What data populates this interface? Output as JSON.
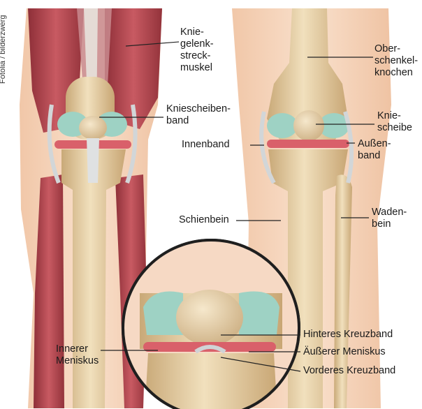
{
  "credit": "Fotolia / bilderzwerg",
  "labels": {
    "quadriceps": "Knie-\ngelenk-\nstreck-\nmuskel",
    "patellar_ligament": "Kniescheiben-\nband",
    "femur": "Ober-\nschenkel-\nknochen",
    "patella": "Knie-\nscheibe",
    "medial_ligament": "Innenband",
    "lateral_ligament": "Außen-\nband",
    "tibia": "Schienbein",
    "fibula": "Waden-\nbein",
    "medial_meniscus": "Innerer\nMeniskus",
    "posterior_cruciate": "Hinteres Kreuzband",
    "lateral_meniscus": "Äußerer Meniskus",
    "anterior_cruciate": "Vorderes Kreuzband"
  },
  "colors": {
    "skin": "#f3d2b8",
    "muscle": "#b8474f",
    "bone": "#e6cfa4",
    "cartilage": "#9ed2c4",
    "meniscus": "#d9606a",
    "ligament": "#cfd3d6"
  }
}
